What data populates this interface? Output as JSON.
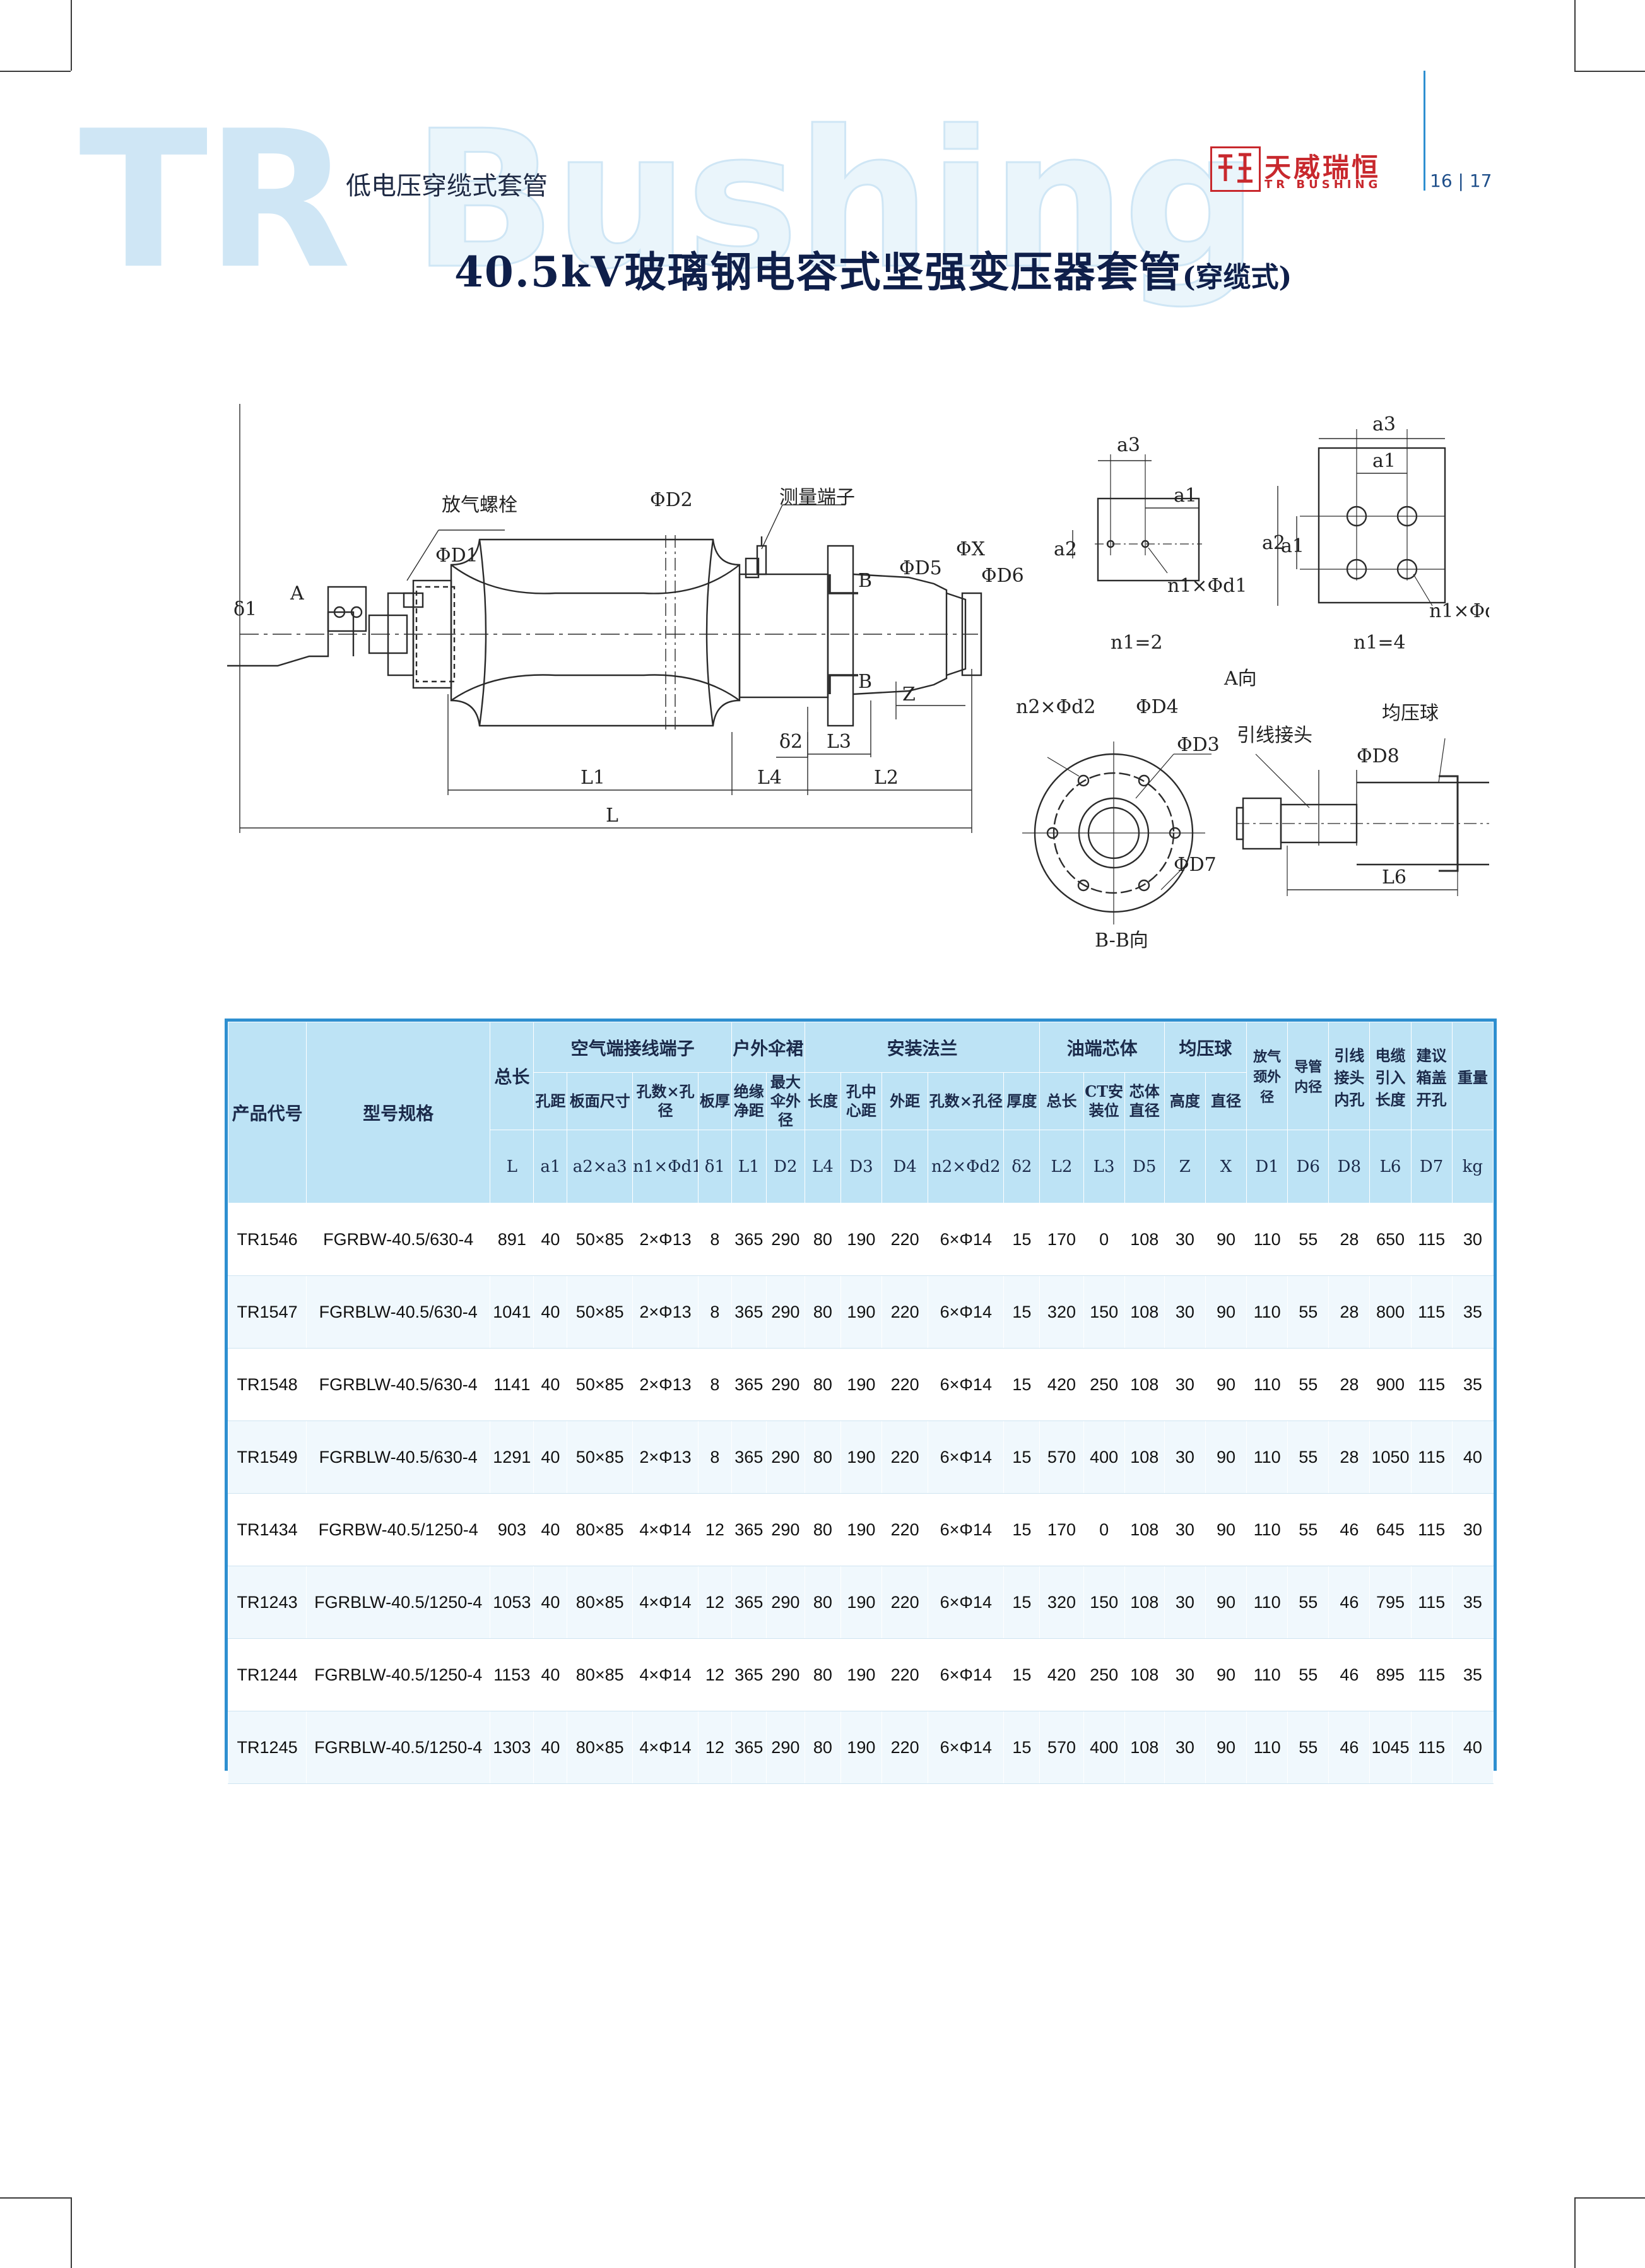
{
  "header": {
    "watermark_solid": "TR",
    "watermark_hollow": "Bushing",
    "section": "低电压穿缆式套管",
    "title_main": "40.5kV玻璃钢电容式坚强变压器套管",
    "title_suffix": "(穿缆式)",
    "brand_cn": "天威瑞恒",
    "brand_en": "TR BUSHING",
    "pages": "16 | 17"
  },
  "drawing": {
    "labels": {
      "vent_bolt": "放气螺栓",
      "measure_terminal": "测量端子",
      "lead_joint": "引线接头",
      "equalizing_ball": "均压球",
      "view_a": "A向",
      "view_bb": "B-B向",
      "n1_2": "n1=2",
      "n1_4": "n1=4",
      "n1d1": "n1×Φd1",
      "n2d2": "n2×Φd2",
      "D1": "ΦD1",
      "D2": "ΦD2",
      "D3": "ΦD3",
      "D4": "ΦD4",
      "D5": "ΦD5",
      "D6": "ΦD6",
      "D7": "ΦD7",
      "D8": "ΦD8",
      "X": "ΦX",
      "L": "L",
      "L1": "L1",
      "L2": "L2",
      "L3": "L3",
      "L4": "L4",
      "L6": "L6",
      "Z": "Z",
      "delta1": "δ1",
      "delta2": "δ2",
      "A": "A",
      "B": "B",
      "a1": "a1",
      "a2": "a2",
      "a3": "a3"
    }
  },
  "table": {
    "groups": {
      "code": "产品代号",
      "model": "型号规格",
      "total_len": "总长",
      "air_terminal": "空气端接线端子",
      "outdoor_shed": "户外伞裙",
      "flange": "安装法兰",
      "oil_core": "油端芯体",
      "ball": "均压球",
      "vent_neck": "放气颈外径",
      "tube_id": "导管内径",
      "lead_hole": "引线接头内孔",
      "cable_len": "电缆引入长度",
      "cover_hole": "建议箱盖开孔",
      "weight": "重量"
    },
    "subheaders": [
      "孔距",
      "板面尺寸",
      "孔数×孔径",
      "板厚",
      "绝缘净距",
      "最大伞外径",
      "长度",
      "孔中心距",
      "外距",
      "孔数×孔径",
      "厚度",
      "总长",
      "CT安装位",
      "芯体直径",
      "高度",
      "直径"
    ],
    "symbols": [
      "L",
      "a1",
      "a2×a3",
      "n1×Φd1",
      "δ1",
      "L1",
      "D2",
      "L4",
      "D3",
      "D4",
      "n2×Φd2",
      "δ2",
      "L2",
      "L3",
      "D5",
      "Z",
      "X",
      "D1",
      "D6",
      "D8",
      "L6",
      "D7",
      "kg"
    ],
    "rows": [
      [
        "TR1546",
        "FGRBW-40.5/630-4",
        "891",
        "40",
        "50×85",
        "2×Φ13",
        "8",
        "365",
        "290",
        "80",
        "190",
        "220",
        "6×Φ14",
        "15",
        "170",
        "0",
        "108",
        "30",
        "90",
        "110",
        "55",
        "28",
        "650",
        "115",
        "30"
      ],
      [
        "TR1547",
        "FGRBLW-40.5/630-4",
        "1041",
        "40",
        "50×85",
        "2×Φ13",
        "8",
        "365",
        "290",
        "80",
        "190",
        "220",
        "6×Φ14",
        "15",
        "320",
        "150",
        "108",
        "30",
        "90",
        "110",
        "55",
        "28",
        "800",
        "115",
        "35"
      ],
      [
        "TR1548",
        "FGRBLW-40.5/630-4",
        "1141",
        "40",
        "50×85",
        "2×Φ13",
        "8",
        "365",
        "290",
        "80",
        "190",
        "220",
        "6×Φ14",
        "15",
        "420",
        "250",
        "108",
        "30",
        "90",
        "110",
        "55",
        "28",
        "900",
        "115",
        "35"
      ],
      [
        "TR1549",
        "FGRBLW-40.5/630-4",
        "1291",
        "40",
        "50×85",
        "2×Φ13",
        "8",
        "365",
        "290",
        "80",
        "190",
        "220",
        "6×Φ14",
        "15",
        "570",
        "400",
        "108",
        "30",
        "90",
        "110",
        "55",
        "28",
        "1050",
        "115",
        "40"
      ],
      [
        "TR1434",
        "FGRBW-40.5/1250-4",
        "903",
        "40",
        "80×85",
        "4×Φ14",
        "12",
        "365",
        "290",
        "80",
        "190",
        "220",
        "6×Φ14",
        "15",
        "170",
        "0",
        "108",
        "30",
        "90",
        "110",
        "55",
        "46",
        "645",
        "115",
        "30"
      ],
      [
        "TR1243",
        "FGRBLW-40.5/1250-4",
        "1053",
        "40",
        "80×85",
        "4×Φ14",
        "12",
        "365",
        "290",
        "80",
        "190",
        "220",
        "6×Φ14",
        "15",
        "320",
        "150",
        "108",
        "30",
        "90",
        "110",
        "55",
        "46",
        "795",
        "115",
        "35"
      ],
      [
        "TR1244",
        "FGRBLW-40.5/1250-4",
        "1153",
        "40",
        "80×85",
        "4×Φ14",
        "12",
        "365",
        "290",
        "80",
        "190",
        "220",
        "6×Φ14",
        "15",
        "420",
        "250",
        "108",
        "30",
        "90",
        "110",
        "55",
        "46",
        "895",
        "115",
        "35"
      ],
      [
        "TR1245",
        "FGRBLW-40.5/1250-4",
        "1303",
        "40",
        "80×85",
        "4×Φ14",
        "12",
        "365",
        "290",
        "80",
        "190",
        "220",
        "6×Φ14",
        "15",
        "570",
        "400",
        "108",
        "30",
        "90",
        "110",
        "55",
        "46",
        "1045",
        "115",
        "40"
      ]
    ]
  }
}
